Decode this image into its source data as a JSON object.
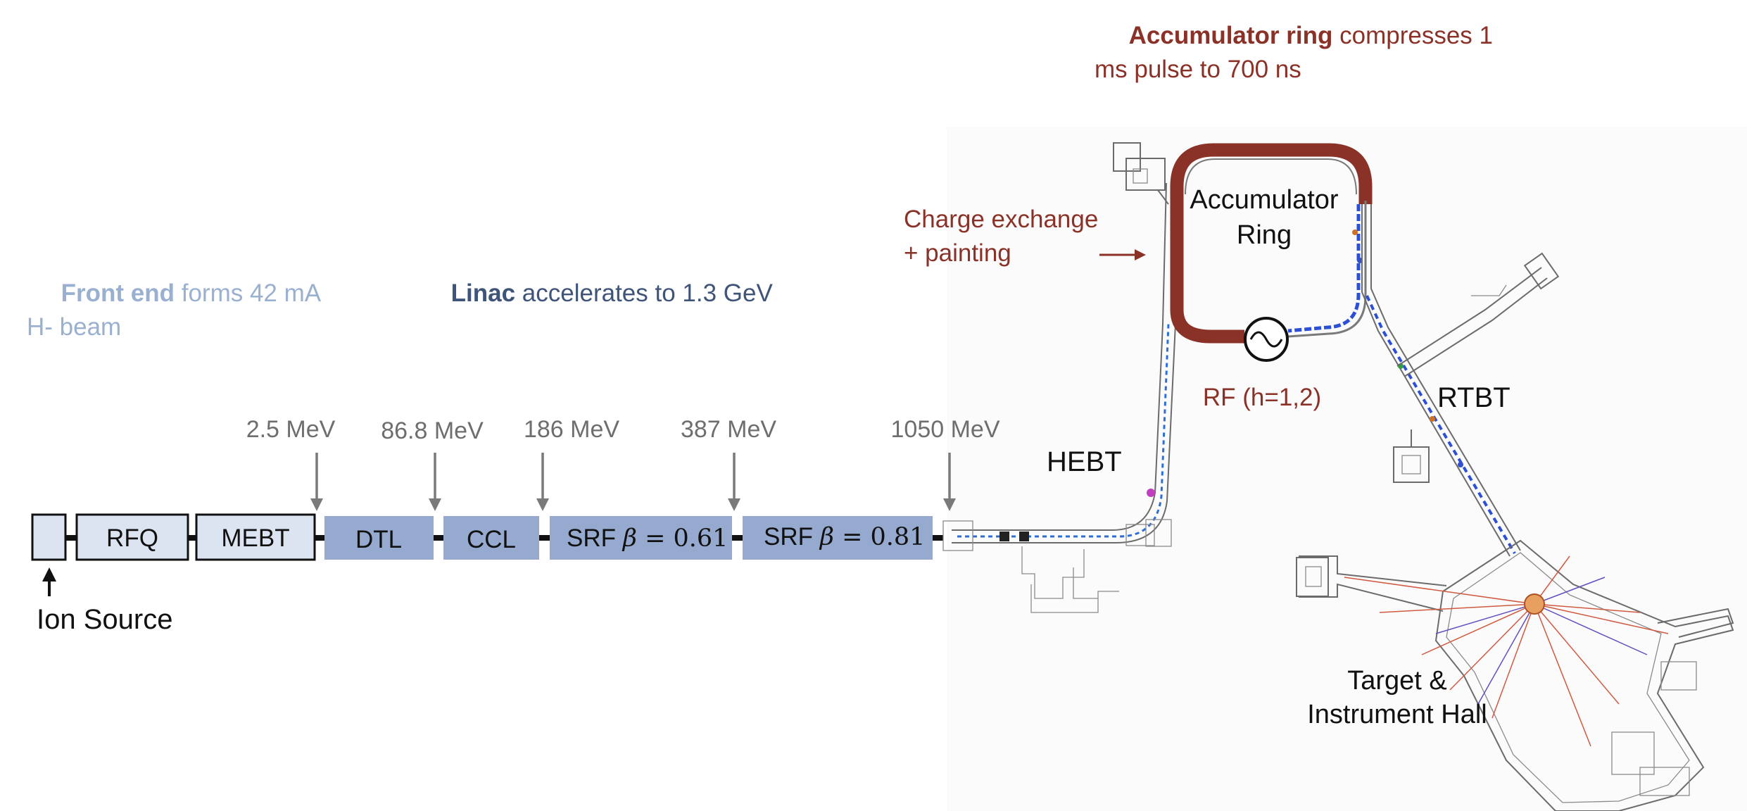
{
  "colors": {
    "front_end": "#9ab0d0",
    "linac": "#3f5479",
    "ring": "#8b3228",
    "energy_text": "#6e6e6e",
    "module_fill": "#95aace",
    "module_fill_light": "#dde4f1",
    "arrow": "#7a7a7a",
    "black": "#111111"
  },
  "annotations": {
    "front_end_bold": "Front end",
    "front_end_rest_line1": " forms 42 mA",
    "front_end_line2": "H- beam",
    "linac_bold": "Linac",
    "linac_rest": " accelerates to 1.3 GeV",
    "ring_bold": "Accumulator ring",
    "ring_rest_line1": " compresses 1",
    "ring_line2": "ms pulse to 700 ns",
    "charge_exchange_line1": "Charge exchange",
    "charge_exchange_line2": "+ painting",
    "rf_label": "RF (h=1,2)"
  },
  "energies": [
    "2.5 MeV",
    "86.8 MeV",
    "186 MeV",
    "387 MeV",
    "1050 MeV"
  ],
  "modules": {
    "rfq": "RFQ",
    "mebt": "MEBT",
    "dtl": "DTL",
    "ccl": "CCL",
    "srf1_prefix": "SRF ",
    "srf1_symbol": "β",
    "srf1_value": " = 0.61",
    "srf2_prefix": "SRF ",
    "srf2_symbol": "β",
    "srf2_value": " = 0.81"
  },
  "labels": {
    "ion_source": "Ion Source",
    "hebt": "HEBT",
    "rtbt": "RTBT",
    "ring_line1": "Accumulator",
    "ring_line2": "Ring",
    "target_line1": "Target &",
    "target_line2": "Instrument Hall"
  }
}
